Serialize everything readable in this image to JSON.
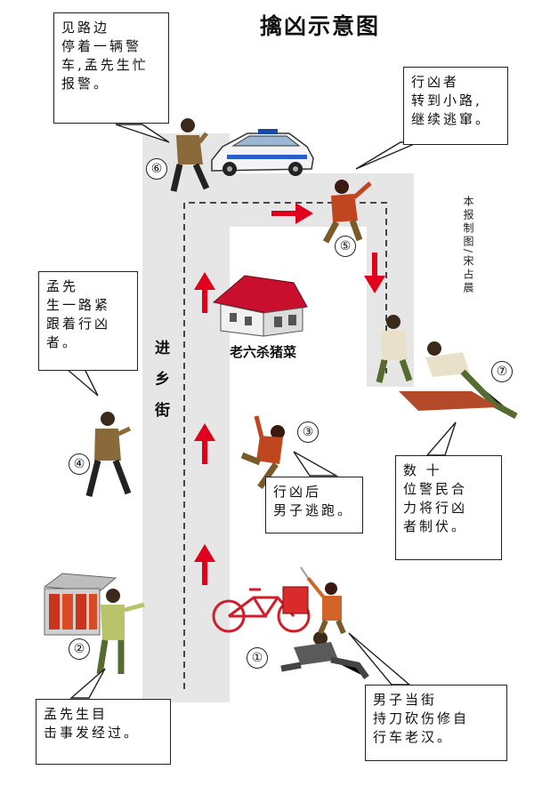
{
  "title": "擒凶示意图",
  "street_name": "进乡街",
  "credit": "本报制图/宋占晨",
  "landmark": "老六杀猪菜",
  "markers": [
    "①",
    "②",
    "③",
    "④",
    "⑤",
    "⑥",
    "⑦"
  ],
  "callouts": {
    "c6": "见路边\n停着一辆警\n车,孟先生忙\n报警。",
    "c5": "行凶者\n转到小路,\n继续逃窜。",
    "c4": "孟先\n生一路紧\n跟着行凶\n者。",
    "c3": "行凶后\n男子逃跑。",
    "c7": "数 十\n位警民合\n力将行凶\n者制伏。",
    "c2": "孟先生目\n击事发经过。",
    "c1": "男子当街\n持刀砍伤修自\n行车老汉。"
  },
  "colors": {
    "road": "#e6e6e6",
    "arrow": "#e0001b",
    "roof": "#c8102e"
  }
}
